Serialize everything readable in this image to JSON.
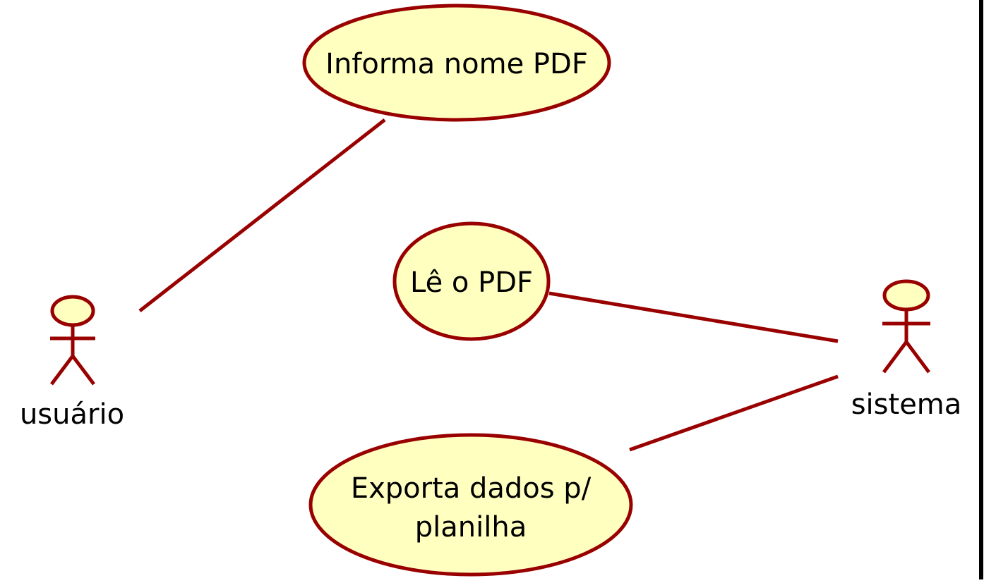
{
  "colors": {
    "line": "#990000",
    "usecase_fill": "#ffffc0",
    "text": "#000000",
    "frame_edge": "#000000"
  },
  "use_cases": [
    {
      "id": "informa",
      "lines": [
        "Informa nome PDF"
      ]
    },
    {
      "id": "le",
      "lines": [
        "Lê o PDF"
      ]
    },
    {
      "id": "exporta",
      "lines": [
        "Exporta dados p/",
        "planilha"
      ]
    }
  ],
  "actors": [
    {
      "id": "usuario",
      "label": "usuário"
    },
    {
      "id": "sistema",
      "label": "sistema"
    }
  ],
  "associations": [
    {
      "from": "usuario",
      "to": "informa"
    },
    {
      "from": "sistema",
      "to": "le"
    },
    {
      "from": "sistema",
      "to": "exporta"
    }
  ]
}
